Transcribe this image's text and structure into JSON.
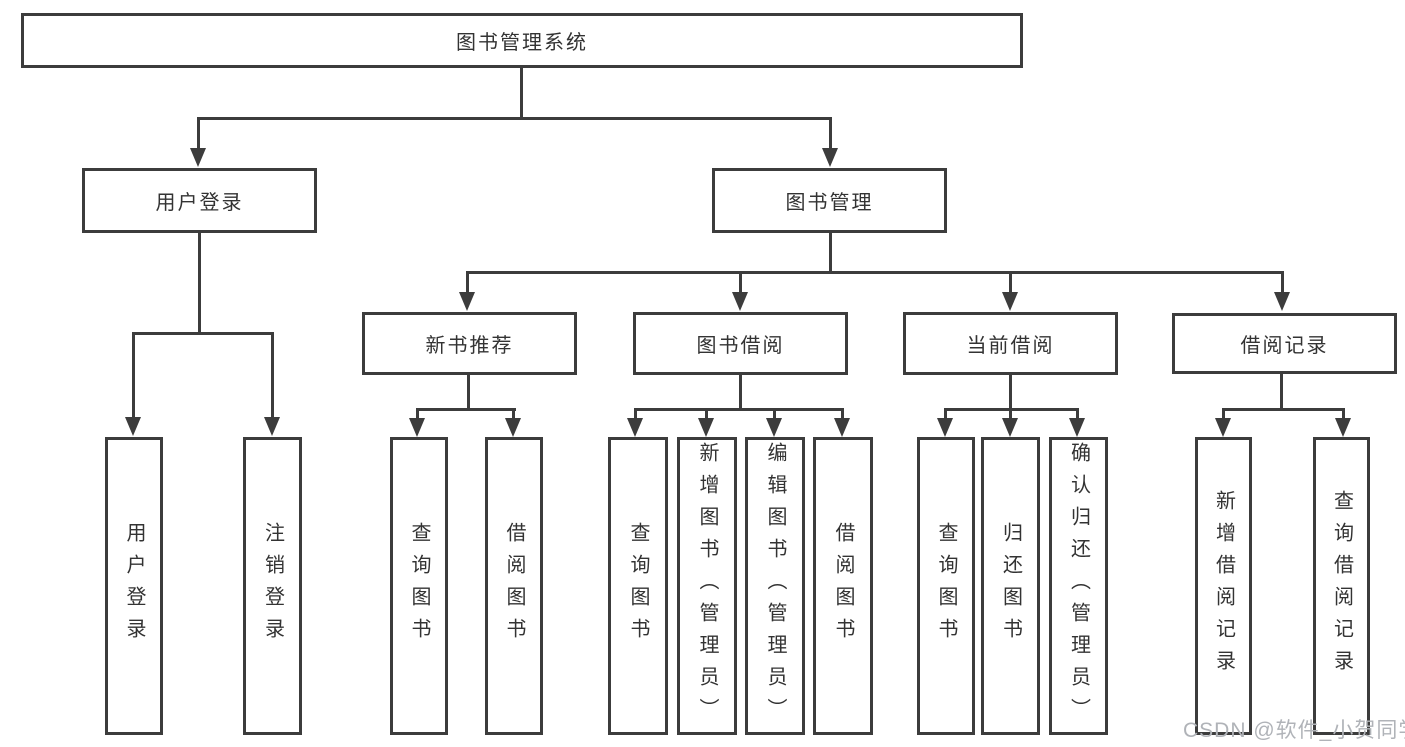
{
  "diagram": {
    "root": {
      "label": "图书管理系统"
    },
    "branches": [
      {
        "label": "用户登录",
        "children": [
          {
            "label": "用户登录"
          },
          {
            "label": "注销登录"
          }
        ]
      },
      {
        "label": "图书管理",
        "children": [
          {
            "label": "新书推荐",
            "children": [
              {
                "label": "查询图书"
              },
              {
                "label": "借阅图书"
              }
            ]
          },
          {
            "label": "图书借阅",
            "children": [
              {
                "label": "查询图书"
              },
              {
                "label": "新增图书（管理员）"
              },
              {
                "label": "编辑图书（管理员）"
              },
              {
                "label": "借阅图书"
              }
            ]
          },
          {
            "label": "当前借阅",
            "children": [
              {
                "label": "查询图书"
              },
              {
                "label": "归还图书"
              },
              {
                "label": "确认归还（管理员）"
              }
            ]
          },
          {
            "label": "借阅记录",
            "children": [
              {
                "label": "新增借阅记录"
              },
              {
                "label": "查询借阅记录"
              }
            ]
          }
        ]
      }
    ]
  },
  "watermark": {
    "text": "CSDN @软件_小贺同学"
  },
  "colors": {
    "line": "#3c3c3c",
    "text": "#333333",
    "watermark": "#b0b3b8",
    "background": "#ffffff"
  }
}
